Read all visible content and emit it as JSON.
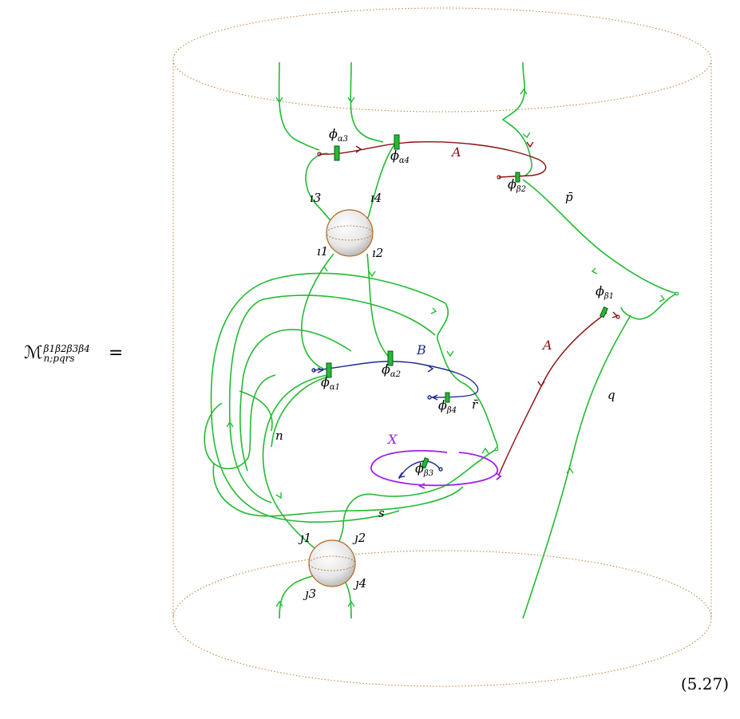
{
  "equation": {
    "lhs_symbol": "ℳ",
    "lhs_superscript": "β1β2β3β4",
    "lhs_subscript": "n;pqrs",
    "equals": "=",
    "number": "(5.27)"
  },
  "labels": {
    "phi": "ϕ",
    "alpha1": "α1",
    "alpha2": "α2",
    "alpha3": "α3",
    "alpha4": "α4",
    "beta1": "β1",
    "beta2": "β2",
    "beta3": "β3",
    "beta4": "β4",
    "i1": "ı1",
    "i2": "ı2",
    "i3": "ı3",
    "i4": "ı4",
    "j1": "ȷ1",
    "j2": "ȷ2",
    "j3": "ȷ3",
    "j4": "ȷ4",
    "A": "A",
    "B": "B",
    "X": "X",
    "pbar": "p̄",
    "rbar": "r̄",
    "q": "q",
    "n": "n",
    "s": "s"
  },
  "colors": {
    "green": "#22bb33",
    "darkred": "#8b1010",
    "navy": "#1f2a8c",
    "purple": "#a020f0",
    "cylinder": "#c07a2a",
    "sphere_outline": "#b5651d"
  }
}
